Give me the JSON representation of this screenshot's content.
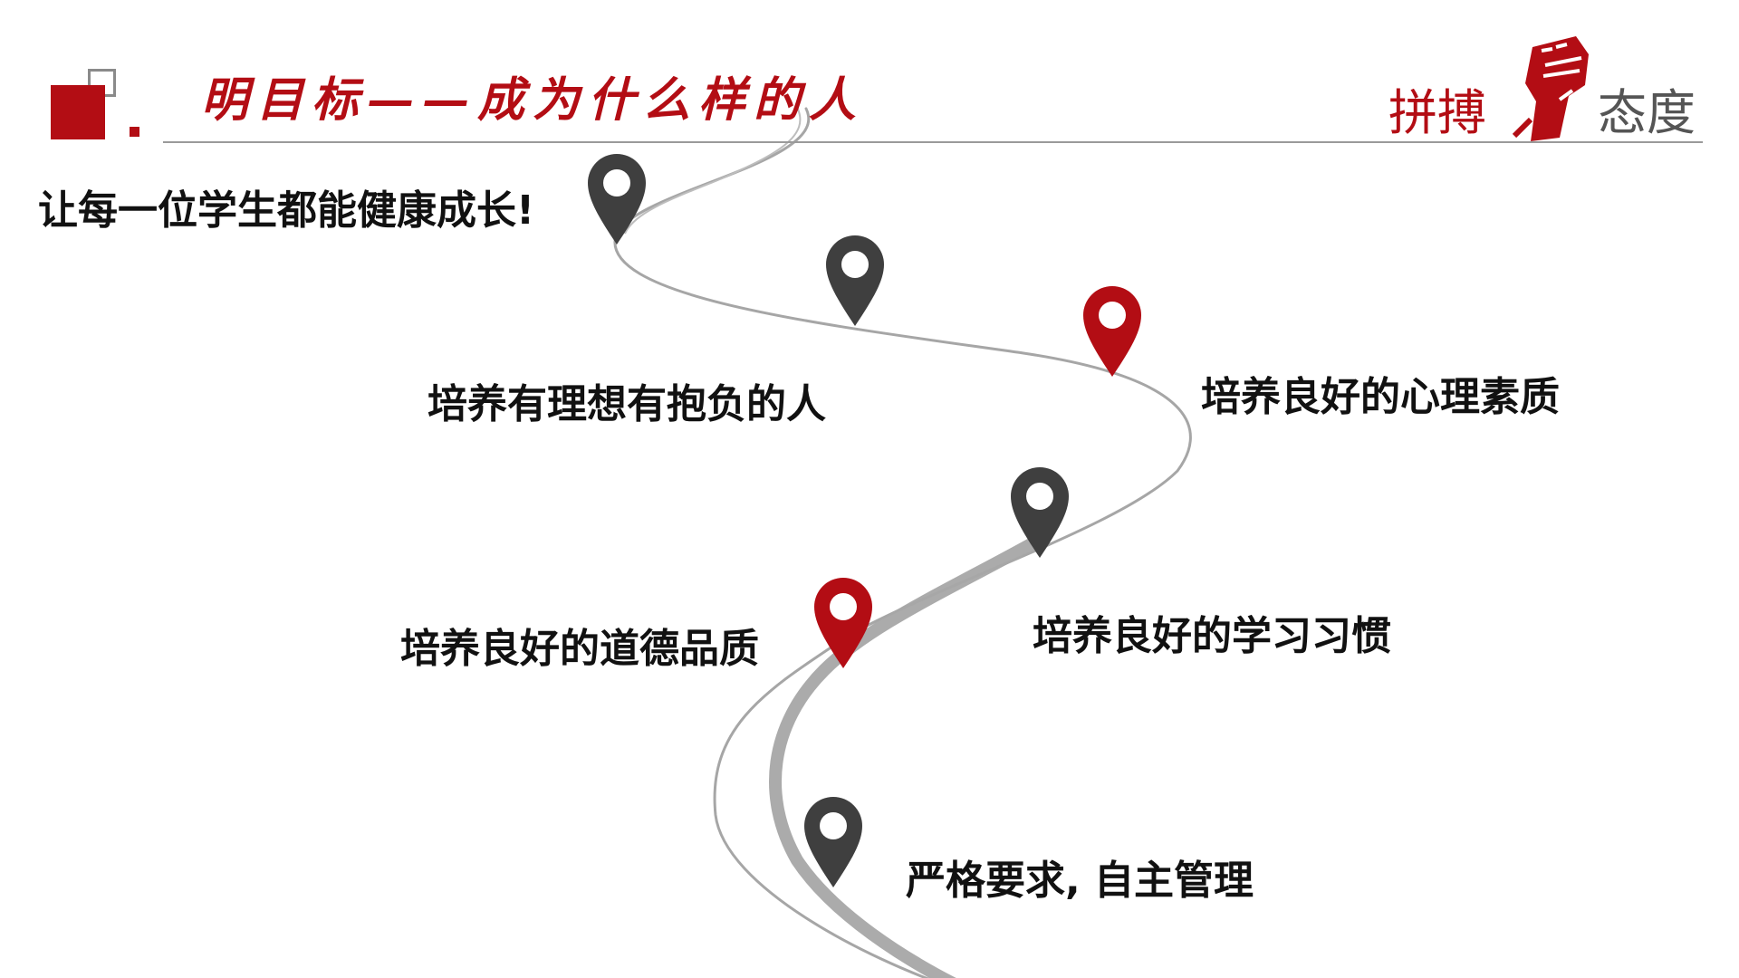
{
  "header": {
    "title": "明目标——成为什么样的人",
    "brand_left": "拼搏",
    "brand_right": "态度"
  },
  "milestones": [
    {
      "label": "让每一位学生都能健康成长!",
      "pin_color": "gray"
    },
    {
      "label": "培养有理想有抱负的人",
      "pin_color": "gray"
    },
    {
      "label": "培养良好的心理素质",
      "pin_color": "red"
    },
    {
      "label": "培养良好的学习习惯",
      "pin_color": "gray"
    },
    {
      "label": "培养良好的道德品质",
      "pin_color": "red"
    },
    {
      "label": "严格要求, 自主管理",
      "pin_color": "gray"
    }
  ],
  "colors": {
    "accent_red": "#b30d14",
    "pin_gray": "#3f3f3f",
    "road_gray": "#a6a6a6",
    "text": "#111111"
  }
}
